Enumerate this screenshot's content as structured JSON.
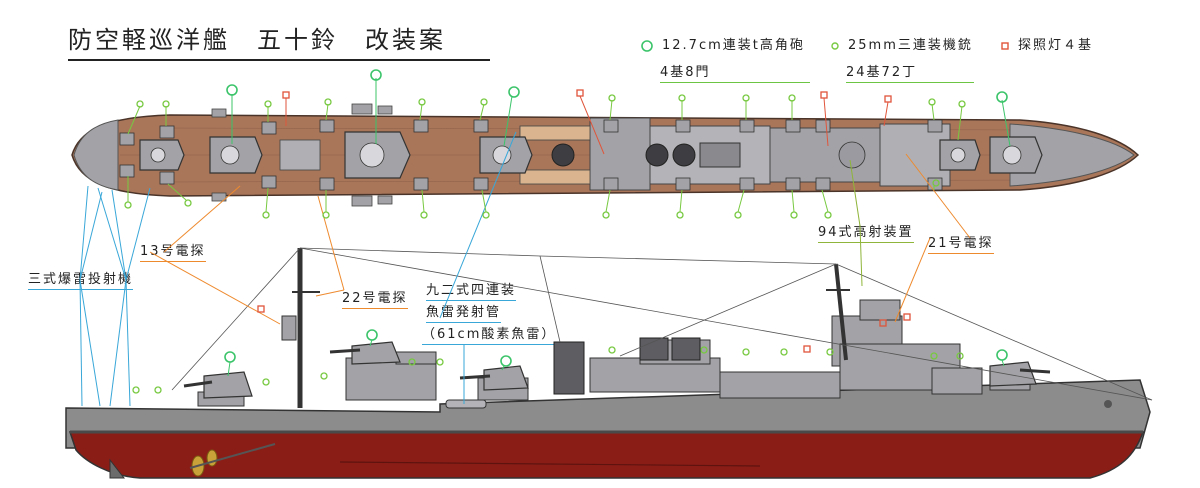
{
  "title": "防空軽巡洋艦　五十鈴　改装案",
  "legend": {
    "gun": {
      "label": "12.7cm連装t高角砲",
      "count": "4基8門"
    },
    "mg": {
      "label": "25mm三連装機銃",
      "count": "24基72丁"
    },
    "light": {
      "label": "探照灯４基"
    }
  },
  "annotations": {
    "depth_charge": "三式爆雷投射機",
    "radar13": "13号電探",
    "radar22": "22号電探",
    "torpedo": [
      "九二式四連装",
      "魚雷発射管",
      "（61cm酸素魚雷）"
    ],
    "fire_control": "94式高射装置",
    "radar21": "21号電探"
  },
  "colors": {
    "deck": "#a9765a",
    "hull": "#8c8c8c",
    "hull_lower": "#8b1d17",
    "superstructure": "#a3a3a7",
    "gun_marker": "#3cc46a",
    "mg_marker": "#77c940",
    "light_marker": "#e0553b"
  },
  "icons": {
    "gun": "green-circle-icon",
    "mg": "small-green-circle-icon",
    "light": "orange-square-icon"
  }
}
